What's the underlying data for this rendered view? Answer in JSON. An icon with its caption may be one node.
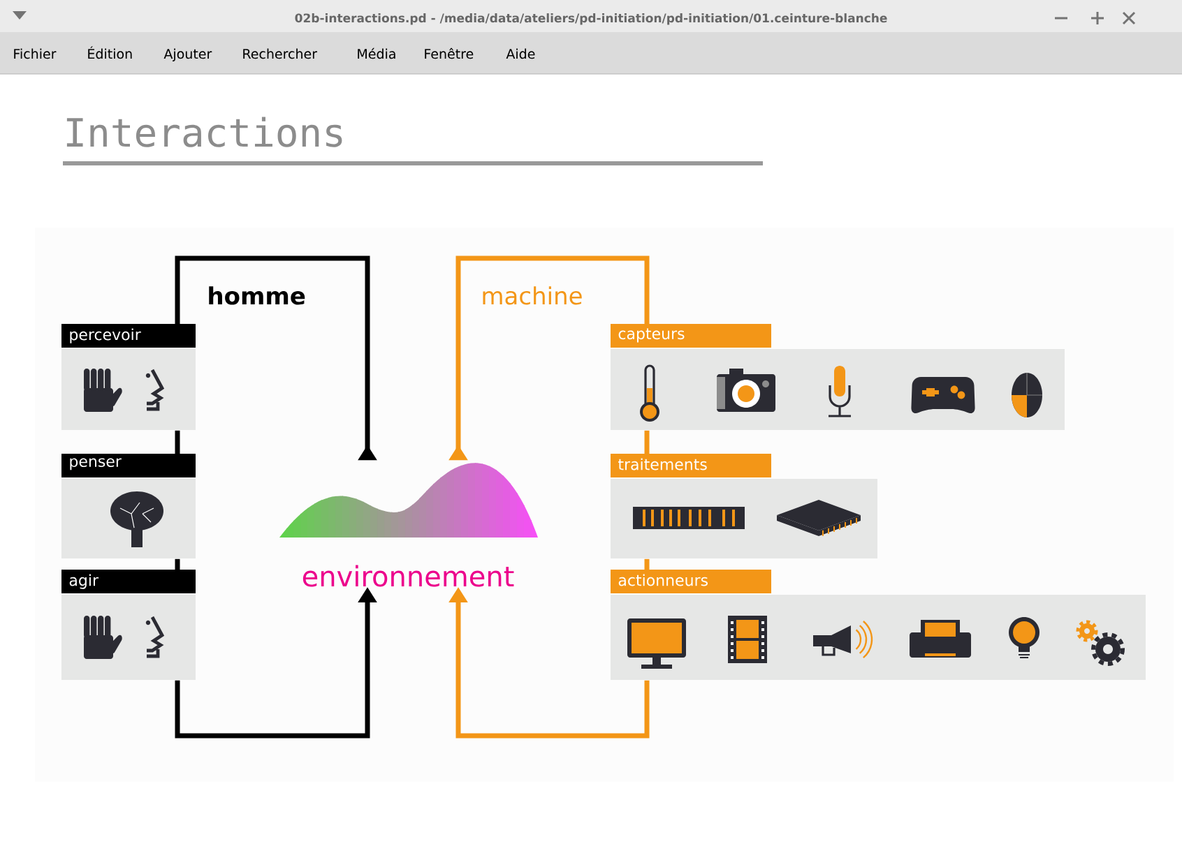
{
  "diagram": {
    "title": "Interactions",
    "nodes": [
      {
        "text": [
          "percevoir"
        ]
      },
      {
        "text": [
          "penser"
        ]
      },
      {
        "text": [
          "agir"
        ]
      },
      {
        "text": [
          "environnement"
        ]
      },
      {
        "text": [
          "capteurs"
        ]
      },
      {
        "text": [
          "traitements"
        ]
      },
      {
        "text": [
          "actionneurs"
        ]
      }
    ],
    "edges": [
      {
        "from": 3,
        "to": 0,
        "arrow": "to"
      },
      {
        "from": 2,
        "to": 3,
        "arrow": "to"
      },
      {
        "from": 0,
        "to": 1,
        "arrow": "none"
      },
      {
        "from": 1,
        "to": 2,
        "arrow": "none"
      },
      {
        "from": 3,
        "to": 4,
        "arrow": "to",
        "color": "#f39617"
      },
      {
        "from": 6,
        "to": 3,
        "arrow": "to",
        "color": "#f39617"
      },
      {
        "from": 4,
        "to": 5,
        "arrow": "none",
        "color": "#f39617"
      },
      {
        "from": 5,
        "to": 6,
        "arrow": "none",
        "color": "#f39617"
      }
    ],
    "labels": [
      "02b-interactions.pd - /media/data/ateliers/pd-initiation/pd-initiation/01.ceinture-blanche",
      "Fichier",
      "Édition",
      "Ajouter",
      "Rechercher",
      "Média",
      "Fenêtre",
      "Aide",
      "homme",
      "machine"
    ]
  }
}
